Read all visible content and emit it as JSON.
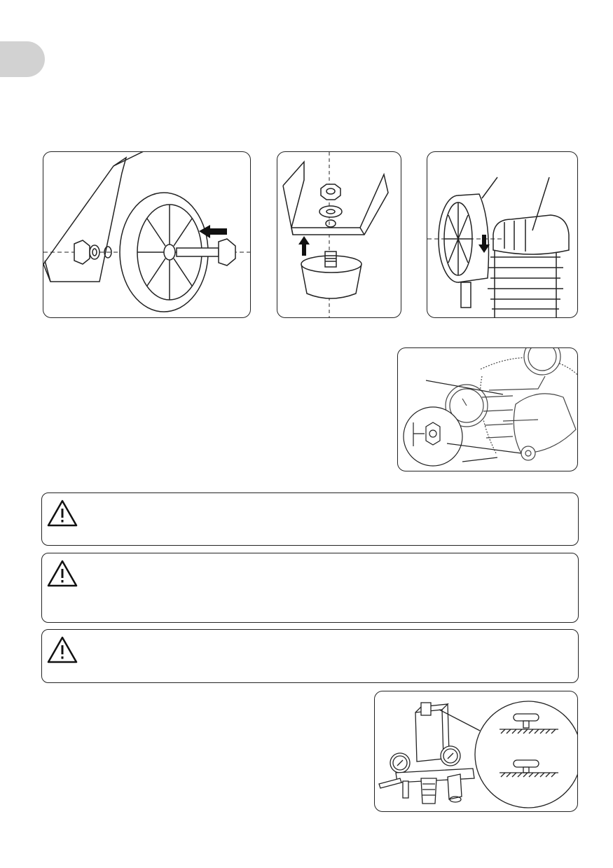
{
  "page": {
    "section_tab_color": "#d2d2d2",
    "line_color": "#222222"
  },
  "figures": [
    {
      "id": "fig-wheel-assembly",
      "icons": [
        "wheel-icon",
        "bolt-icon",
        "nut-icon",
        "washer-icon",
        "arrow-left-icon"
      ]
    },
    {
      "id": "fig-rubber-foot",
      "icons": [
        "bracket-icon",
        "nut-icon",
        "washer-icon",
        "rubber-foot-icon",
        "arrow-up-icon"
      ]
    },
    {
      "id": "fig-air-filter",
      "icons": [
        "air-filter-icon",
        "cylinder-head-icon",
        "arrow-down-icon"
      ]
    },
    {
      "id": "fig-oil-level",
      "icons": [
        "gauge-icon",
        "sight-glass-icon",
        "cylinder-head-icon"
      ]
    },
    {
      "id": "fig-pressure-switch",
      "icons": [
        "pressure-switch-icon",
        "gauge-icon",
        "regulator-icon",
        "quick-coupler-icon",
        "switch-lever-icon"
      ]
    }
  ],
  "warnings": [
    {
      "icon": "warning-triangle-icon",
      "text": ""
    },
    {
      "icon": "warning-triangle-icon",
      "text": ""
    },
    {
      "icon": "warning-triangle-icon",
      "text": ""
    }
  ]
}
